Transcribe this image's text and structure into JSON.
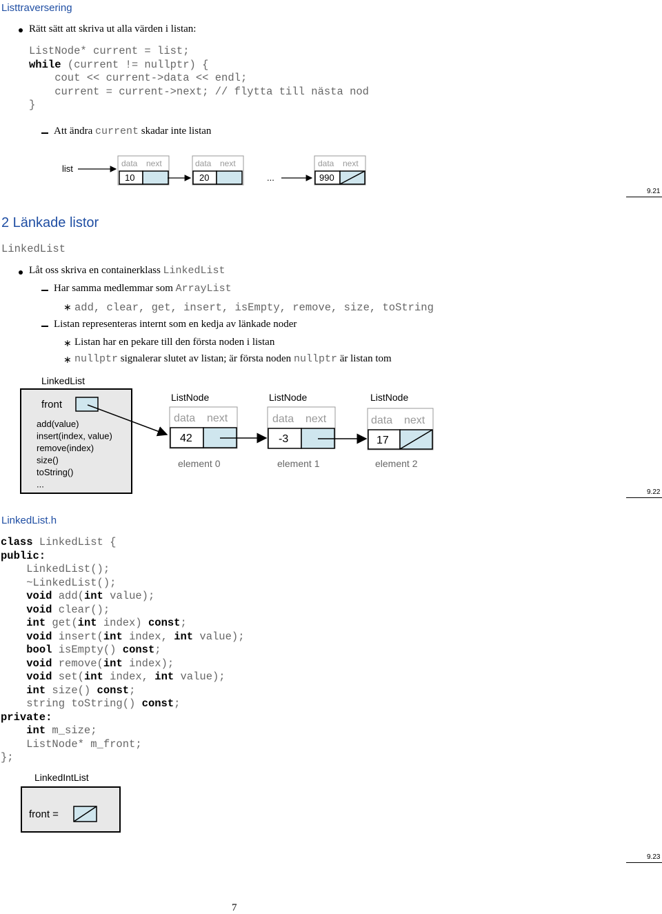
{
  "slide1": {
    "title": "Listtraversering",
    "bullet": "Rätt sätt att skriva ut alla värden i listan:",
    "code": [
      {
        "k": "",
        "t": "ListNode* current = list;"
      },
      {
        "k": "while",
        "t": " (current != nullptr) {"
      },
      {
        "k": "",
        "t": "    cout << current->data << endl;"
      },
      {
        "k": "",
        "t": "    current = current->next; // flytta till nästa nod"
      },
      {
        "k": "",
        "t": "}"
      }
    ],
    "sub_pre": "Att ändra ",
    "sub_code": "current",
    "sub_post": " skadar inte listan",
    "diagram": {
      "list_label": "list",
      "nodes": [
        {
          "data_label": "data",
          "next_label": "next",
          "value": "10"
        },
        {
          "data_label": "data",
          "next_label": "next",
          "value": "20"
        },
        {
          "data_label": "data",
          "next_label": "next",
          "value": "990"
        }
      ],
      "ellipsis": "..."
    },
    "page": "9.21"
  },
  "slide2": {
    "title": "2  Länkade listor",
    "subtitle": "LinkedList",
    "bullet_pre": "Låt oss skriva en containerklass ",
    "bullet_code": "LinkedList",
    "sub1_pre": "Har samma medlemmar som ",
    "sub1_code": "ArrayList",
    "sub1_items": "add, clear, get, insert, isEmpty, remove, size, toString",
    "sub2": "Listan representeras internt som en kedja av länkade noder",
    "sub2_item1": "Listan har en pekare till den första noden i listan",
    "sub2_item2_code1": "nullptr",
    "sub2_item2_mid": " signalerar slutet av listan; är första noden ",
    "sub2_item2_code2": "nullptr",
    "sub2_item2_post": " är listan tom",
    "diagram": {
      "class_label": "LinkedList",
      "front_label": "front",
      "methods": [
        "add(value)",
        "insert(index, value)",
        "remove(index)",
        "size()",
        "toString()",
        "..."
      ],
      "nodes": [
        {
          "type": "ListNode",
          "data_label": "data",
          "next_label": "next",
          "value": "42",
          "element": "element 0"
        },
        {
          "type": "ListNode",
          "data_label": "data",
          "next_label": "next",
          "value": "-3",
          "element": "element 1"
        },
        {
          "type": "ListNode",
          "data_label": "data",
          "next_label": "next",
          "value": "17",
          "element": "element 2"
        }
      ]
    },
    "page": "9.22"
  },
  "slide3": {
    "title": "LinkedList.h",
    "code": [
      [
        {
          "k": true,
          "t": "class"
        },
        {
          "k": false,
          "t": " LinkedList {"
        }
      ],
      [
        {
          "k": true,
          "t": "public:"
        }
      ],
      [
        {
          "k": false,
          "t": "    LinkedList();"
        }
      ],
      [
        {
          "k": false,
          "t": "    ~LinkedList();"
        }
      ],
      [
        {
          "k": false,
          "t": "    "
        },
        {
          "k": true,
          "t": "void"
        },
        {
          "k": false,
          "t": " add("
        },
        {
          "k": true,
          "t": "int"
        },
        {
          "k": false,
          "t": " value);"
        }
      ],
      [
        {
          "k": false,
          "t": "    "
        },
        {
          "k": true,
          "t": "void"
        },
        {
          "k": false,
          "t": " clear();"
        }
      ],
      [
        {
          "k": false,
          "t": "    "
        },
        {
          "k": true,
          "t": "int"
        },
        {
          "k": false,
          "t": " get("
        },
        {
          "k": true,
          "t": "int"
        },
        {
          "k": false,
          "t": " index) "
        },
        {
          "k": true,
          "t": "const"
        },
        {
          "k": false,
          "t": ";"
        }
      ],
      [
        {
          "k": false,
          "t": "    "
        },
        {
          "k": true,
          "t": "void"
        },
        {
          "k": false,
          "t": " insert("
        },
        {
          "k": true,
          "t": "int"
        },
        {
          "k": false,
          "t": " index, "
        },
        {
          "k": true,
          "t": "int"
        },
        {
          "k": false,
          "t": " value);"
        }
      ],
      [
        {
          "k": false,
          "t": "    "
        },
        {
          "k": true,
          "t": "bool"
        },
        {
          "k": false,
          "t": " isEmpty() "
        },
        {
          "k": true,
          "t": "const"
        },
        {
          "k": false,
          "t": ";"
        }
      ],
      [
        {
          "k": false,
          "t": "    "
        },
        {
          "k": true,
          "t": "void"
        },
        {
          "k": false,
          "t": " remove("
        },
        {
          "k": true,
          "t": "int"
        },
        {
          "k": false,
          "t": " index);"
        }
      ],
      [
        {
          "k": false,
          "t": "    "
        },
        {
          "k": true,
          "t": "void"
        },
        {
          "k": false,
          "t": " set("
        },
        {
          "k": true,
          "t": "int"
        },
        {
          "k": false,
          "t": " index, "
        },
        {
          "k": true,
          "t": "int"
        },
        {
          "k": false,
          "t": " value);"
        }
      ],
      [
        {
          "k": false,
          "t": "    "
        },
        {
          "k": true,
          "t": "int"
        },
        {
          "k": false,
          "t": " size() "
        },
        {
          "k": true,
          "t": "const"
        },
        {
          "k": false,
          "t": ";"
        }
      ],
      [
        {
          "k": false,
          "t": "    string toString() "
        },
        {
          "k": true,
          "t": "const"
        },
        {
          "k": false,
          "t": ";"
        }
      ],
      [
        {
          "k": true,
          "t": "private:"
        }
      ],
      [
        {
          "k": false,
          "t": "    "
        },
        {
          "k": true,
          "t": "int"
        },
        {
          "k": false,
          "t": " m_size;"
        }
      ],
      [
        {
          "k": false,
          "t": "    ListNode* m_front;"
        }
      ],
      [
        {
          "k": false,
          "t": "};"
        }
      ]
    ],
    "diagram": {
      "class_label": "LinkedIntList",
      "front_label": "front  ="
    },
    "page": "9.23"
  },
  "footer": {
    "page_number": "7"
  }
}
